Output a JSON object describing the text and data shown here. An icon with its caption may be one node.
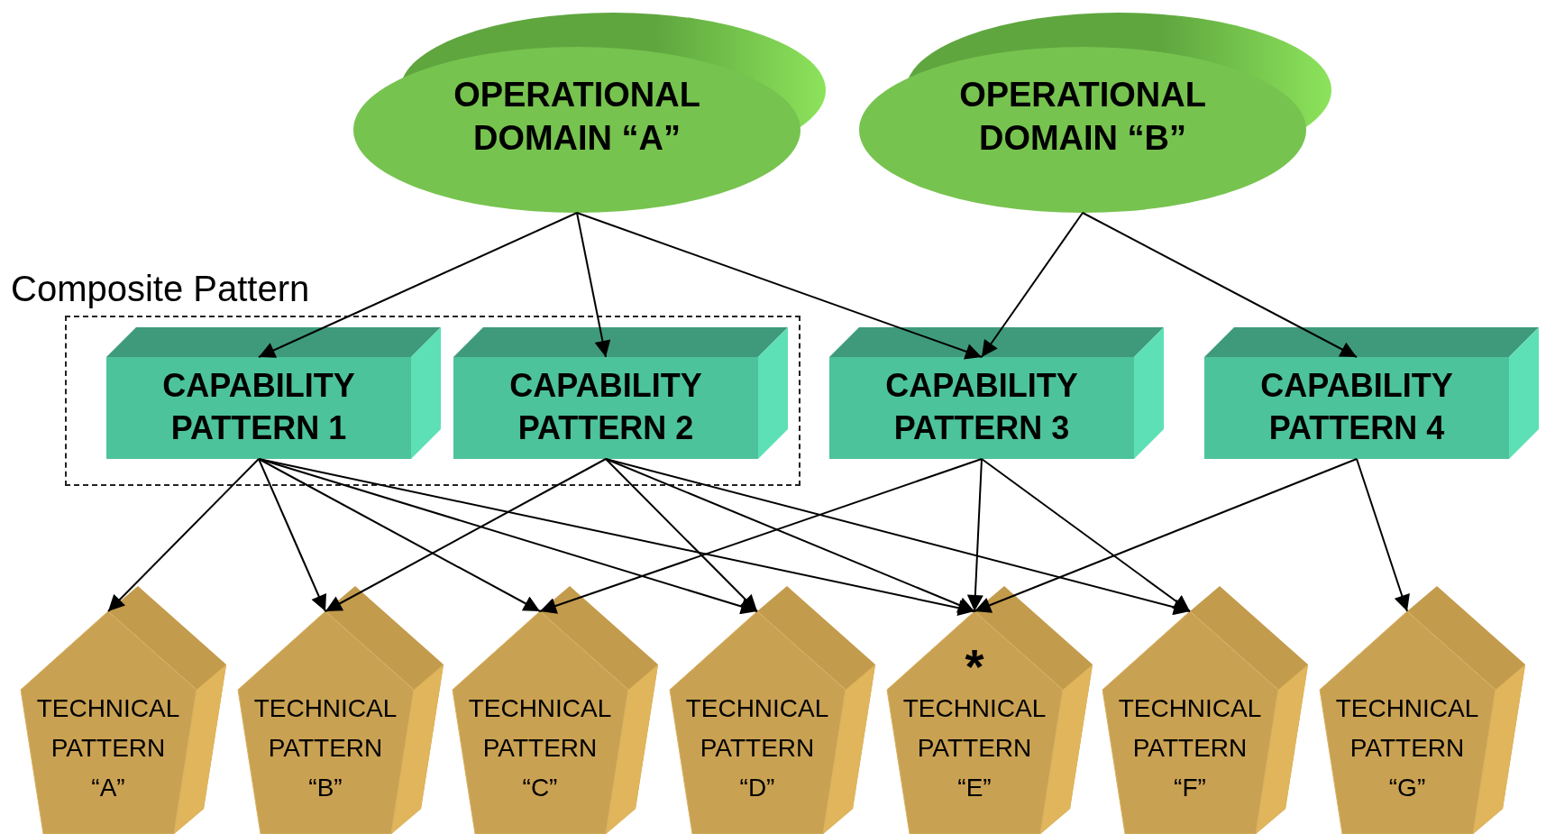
{
  "diagram": {
    "nodes": [
      {
        "text": [
          "OPERATIONAL DOMAIN “A”"
        ]
      },
      {
        "text": [
          "OPERATIONAL DOMAIN “B”"
        ]
      },
      {
        "text": [
          "Composite Pattern"
        ]
      },
      {
        "text": [
          "CAPABILITY PATTERN 1"
        ],
        "in": 2
      },
      {
        "text": [
          "CAPABILITY PATTERN 2"
        ],
        "in": 2
      },
      {
        "text": [
          "CAPABILITY PATTERN 3"
        ]
      },
      {
        "text": [
          "CAPABILITY PATTERN 4"
        ]
      },
      {
        "text": [
          "TECHNICAL PATTERN “A”"
        ]
      },
      {
        "text": [
          "TECHNICAL PATTERN “B”"
        ]
      },
      {
        "text": [
          "TECHNICAL PATTERN “C”"
        ]
      },
      {
        "text": [
          "TECHNICAL PATTERN “D”"
        ]
      },
      {
        "text": [
          "*",
          "TECHNICAL PATTERN “E”"
        ]
      },
      {
        "text": [
          "TECHNICAL PATTERN “F”"
        ]
      },
      {
        "text": [
          "TECHNICAL PATTERN “G”"
        ]
      }
    ],
    "edges": [
      {
        "from": 0,
        "to": 3,
        "arrow": "to"
      },
      {
        "from": 0,
        "to": 4,
        "arrow": "to"
      },
      {
        "from": 0,
        "to": 5,
        "arrow": "to"
      },
      {
        "from": 1,
        "to": 5,
        "arrow": "to"
      },
      {
        "from": 1,
        "to": 6,
        "arrow": "to"
      },
      {
        "from": 3,
        "to": 7,
        "arrow": "to"
      },
      {
        "from": 3,
        "to": 8,
        "arrow": "to"
      },
      {
        "from": 3,
        "to": 9,
        "arrow": "to"
      },
      {
        "from": 3,
        "to": 10,
        "arrow": "to"
      },
      {
        "from": 3,
        "to": 11,
        "arrow": "to"
      },
      {
        "from": 4,
        "to": 8,
        "arrow": "to"
      },
      {
        "from": 4,
        "to": 10,
        "arrow": "to"
      },
      {
        "from": 4,
        "to": 11,
        "arrow": "to"
      },
      {
        "from": 4,
        "to": 12,
        "arrow": "to"
      },
      {
        "from": 5,
        "to": 9,
        "arrow": "to"
      },
      {
        "from": 5,
        "to": 11,
        "arrow": "to"
      },
      {
        "from": 5,
        "to": 12,
        "arrow": "to"
      },
      {
        "from": 6,
        "to": 11,
        "arrow": "to"
      },
      {
        "from": 6,
        "to": 13,
        "arrow": "to"
      }
    ]
  }
}
